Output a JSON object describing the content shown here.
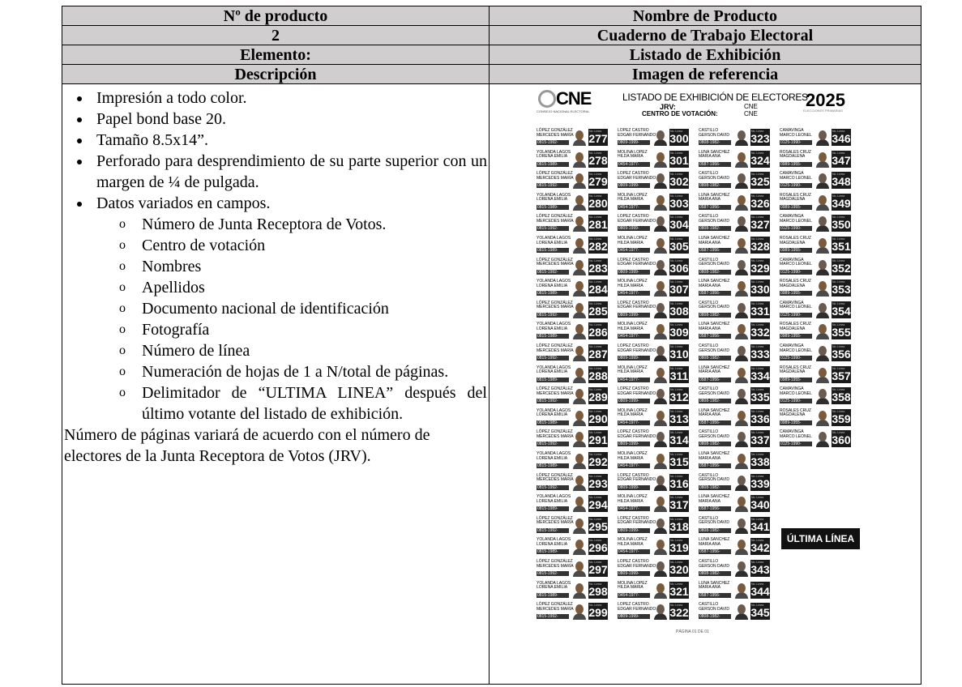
{
  "table": {
    "rows": [
      {
        "left": "Nº de producto",
        "right": "Nombre de Producto"
      },
      {
        "left": "2",
        "right": "Cuaderno de Trabajo Electoral"
      },
      {
        "left": "Elemento:",
        "right": "Listado de Exhibición"
      },
      {
        "left": "Descripción",
        "right": "Imagen de referencia"
      }
    ]
  },
  "description": {
    "bullets": [
      "Impresión a todo color.",
      "Papel bond base 20.",
      "Tamaño 8.5x14”.",
      "Perforado para desprendimiento de su parte superior con un margen de ¼ de pulgada.",
      "Datos variados en campos."
    ],
    "sub_items": [
      "Número de Junta Receptora de Votos.",
      "Centro de votación",
      "Nombres",
      "Apellidos",
      "Documento nacional de identificación",
      "Fotografía",
      "Número de línea",
      "Numeración de hojas de 1 a N/total de páginas.",
      "Delimitador de “ULTIMA LINEA” después del último votante del listado de exhibición."
    ],
    "closing": "Número de páginas variará de acuerdo con el número de electores de la Junta Receptora de Votos (JRV)."
  },
  "reference": {
    "logo_text": "CNE",
    "logo_sub": "CONSEJO NACIONAL ELECTORAL",
    "title": "LISTADO DE EXHIBICIÓN DE ELECTORES",
    "jrv_label": "JRV:",
    "jrv_value": "CNE",
    "center_label": "CENTRO DE VOTACIÓN:",
    "center_value": "CNE",
    "year": "2025",
    "year_sub": "ELECCIONES PRIMARIAS",
    "line_tag": "No. Línea",
    "columns": [
      {
        "names": [
          "LÓPEZ GONZÁLEZ\nMERCEDES MARÍA",
          "YOLANDA LAGOS\nLORENA EMILIA"
        ],
        "docs": [
          "0815-1992-00045",
          "0815-1989-00045"
        ],
        "female": [
          true,
          true
        ]
      },
      {
        "names": [
          "LOPEZ CASTRO\nEDGAR FERNANDO",
          "MOLINA LOPEZ\nHILDA MARIA"
        ],
        "docs": [
          "0809-1999-00117",
          "0454-1977-00987"
        ],
        "female": [
          false,
          true
        ]
      },
      {
        "names": [
          "CASTILLO\nGERSON DAVID",
          "LUNA SANCHEZ\nMARIA ANA"
        ],
        "docs": [
          "0808-1982-00987",
          "0587-1956-00254"
        ],
        "female": [
          false,
          true
        ]
      },
      {
        "names": [
          "CAMAVINGA\nMARCO LEONEL",
          "ROSALES CRUZ\nMAGDALENA"
        ],
        "docs": [
          "0125-1990-03254",
          "0989-1955-00000"
        ],
        "female": [
          false,
          true
        ]
      }
    ],
    "start_numbers": [
      277,
      300,
      323,
      346
    ],
    "column_counts": [
      23,
      23,
      23,
      15
    ],
    "last_line": "ÚLTIMA LÍNEA",
    "pager": "PÁGINA 01 DE 01"
  }
}
